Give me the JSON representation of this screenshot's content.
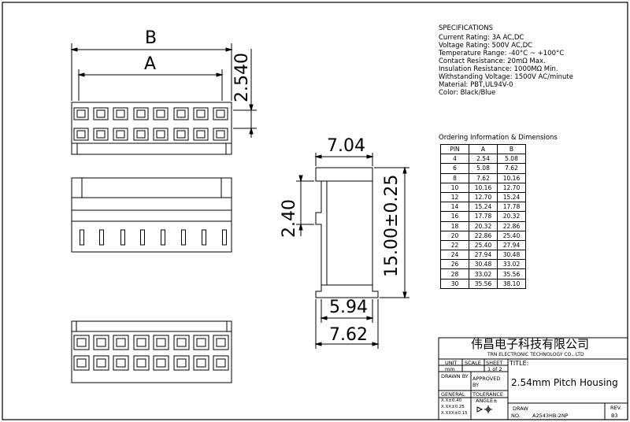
{
  "specifications": {
    "heading": "SPECIFICATIONS",
    "lines": [
      "Current Rating: 3A AC,DC",
      "Voltage Rating: 500V AC,DC",
      "Temperature Range: -40°C ~ +100°C",
      "Contact Resistance: 20mΩ Max.",
      "Insulation Resistance: 1000MΩ Min.",
      "Withstanding Voltage: 1500V AC/minute",
      "Material: PBT,UL94V-0",
      "Color: Black/Blue"
    ]
  },
  "ordering": {
    "heading": "Ordering Information & Dimensions",
    "columns": [
      "PIN",
      "A",
      "B"
    ],
    "rows": [
      [
        "4",
        "2.54",
        "5.08"
      ],
      [
        "6",
        "5.08",
        "7.62"
      ],
      [
        "8",
        "7.62",
        "10.16"
      ],
      [
        "10",
        "10.16",
        "12.70"
      ],
      [
        "12",
        "12.70",
        "15.24"
      ],
      [
        "14",
        "15.24",
        "17.78"
      ],
      [
        "16",
        "17.78",
        "20.32"
      ],
      [
        "18",
        "20.32",
        "22.86"
      ],
      [
        "20",
        "22.86",
        "25.40"
      ],
      [
        "22",
        "25.40",
        "27.94"
      ],
      [
        "24",
        "27.94",
        "30.48"
      ],
      [
        "26",
        "30.48",
        "33.02"
      ],
      [
        "28",
        "33.02",
        "35.56"
      ],
      [
        "30",
        "35.56",
        "38.10"
      ]
    ]
  },
  "dimensions": {
    "B": "B",
    "A": "A",
    "pitch": "2.540",
    "width_top": "7.04",
    "height": "15.00±0.25",
    "step": "2.40",
    "inner_width": "5.94",
    "outer_width": "7.62"
  },
  "title_block": {
    "company_cn": "伟昌电子科技有限公司",
    "company_en": "TRN ELECTRONIC TECHNOLOGY CO., LTD",
    "unit_label": "UNIT",
    "scale_label": "SCALE",
    "sheet_label": "SHEET",
    "title_label": "TITLE:",
    "unit_value": "mm",
    "sheet_value": "1 of 2",
    "drawn_by": "DRAWN BY",
    "approved_by": "APPROVED BY",
    "title": "2.54mm Pitch Housing",
    "general": "GENERAL",
    "tolerance": "TOLERANCE",
    "tol_1": "X.X±0.40",
    "tol_2": "X.XX±0.25",
    "tol_3": "X.XXX±0.15",
    "angle": "ANGLE±",
    "draw_label": "DRAW",
    "no_label": "NO.",
    "draw_no": "A2543HB-2NP",
    "rev_label": "REV.",
    "rev_value": "B3"
  }
}
